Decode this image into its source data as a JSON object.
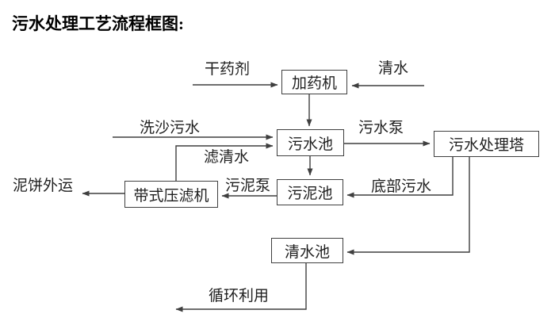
{
  "title": "污水处理工艺流程框图:",
  "nodes": {
    "dosing_machine": "加药机",
    "sewage_pool": "污水池",
    "treatment_tower": "污水处理塔",
    "sludge_pool": "污泥池",
    "belt_filter_press": "带式压滤机",
    "clear_water_pool": "清水池"
  },
  "flow_labels": {
    "dry_agent": "干药剂",
    "clear_water": "清水",
    "sand_washing_sewage": "洗沙污水",
    "filtered_water": "滤清水",
    "sewage_pump": "污水泵",
    "bottom_sewage": "底部污水",
    "sludge_pump": "污泥泵",
    "mud_cake_out": "泥饼外运",
    "recycling": "循环利用"
  },
  "colors": {
    "line": "#3f3f3f",
    "text": "#1f1f1f",
    "title": "#000000",
    "background": "#ffffff"
  }
}
